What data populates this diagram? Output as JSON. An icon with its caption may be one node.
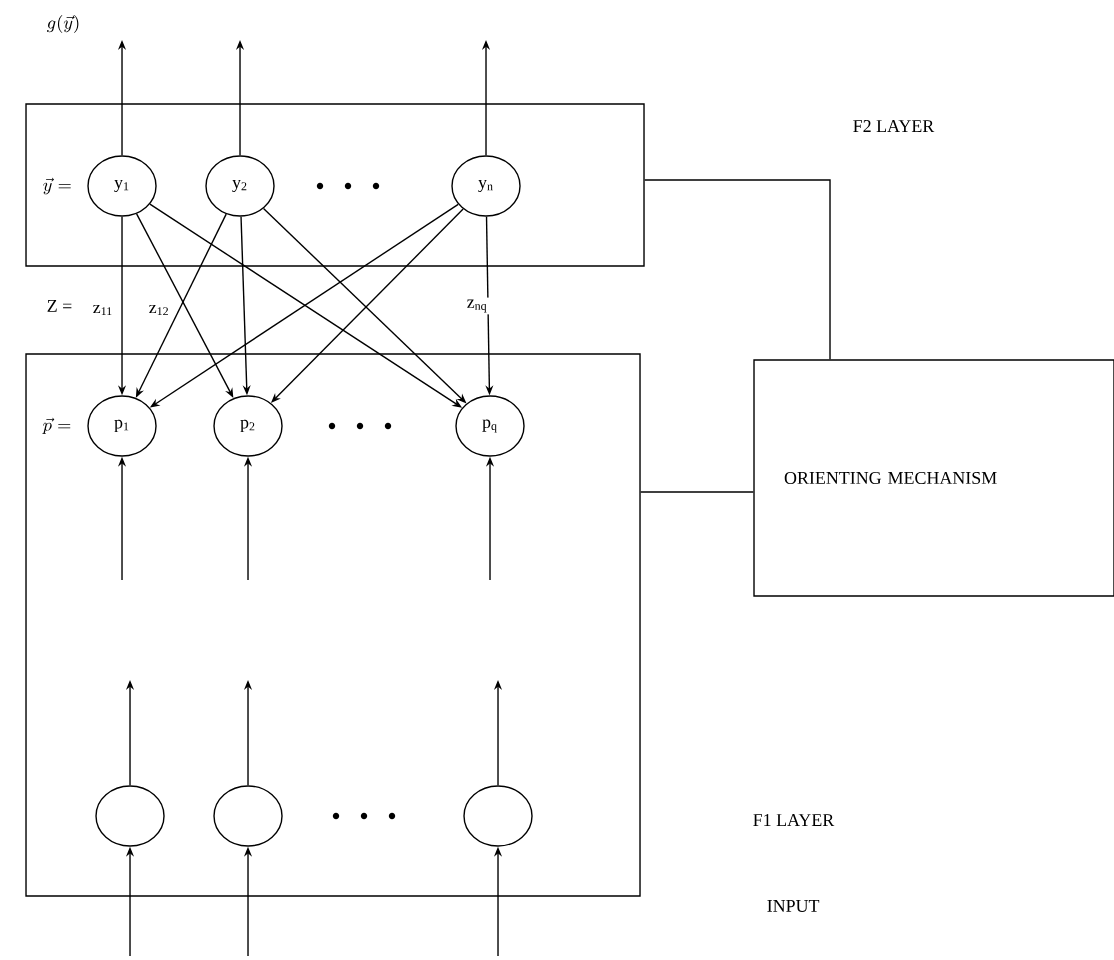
{
  "diagram": {
    "nodes": [
      {
        "text": [],
        "shape": "box"
      },
      {
        "text": [
          "y$_{1}$"
        ],
        "in": 0
      },
      {
        "text": [
          "y$_{2}$"
        ],
        "in": 0
      },
      {
        "text": [
          "y$_{n}$"
        ],
        "in": 0
      },
      {
        "text": [],
        "shape": "box"
      },
      {
        "text": [
          "p$_{1}$"
        ],
        "in": 4
      },
      {
        "text": [
          "p$_{2}$"
        ],
        "in": 4
      },
      {
        "text": [
          "p$_{q}$"
        ],
        "in": 4
      },
      {
        "text": [],
        "shape": "circle",
        "in": 4
      },
      {
        "text": [],
        "shape": "circle",
        "in": 4
      },
      {
        "text": [],
        "shape": "circle",
        "in": 4
      },
      {
        "text": [
          "ORIENTING MECHANISM"
        ]
      }
    ],
    "edges": [
      {
        "from": 1,
        "to": 5,
        "arrow": "to"
      },
      {
        "from": 1,
        "to": 6,
        "arrow": "to"
      },
      {
        "from": 1,
        "to": 7,
        "arrow": "to"
      },
      {
        "from": 2,
        "to": 5,
        "arrow": "to"
      },
      {
        "from": 2,
        "to": 6,
        "arrow": "to"
      },
      {
        "from": 2,
        "to": 7,
        "arrow": "to"
      },
      {
        "from": 3,
        "to": 5,
        "arrow": "to"
      },
      {
        "from": 3,
        "to": 6,
        "arrow": "to"
      },
      {
        "from": 3,
        "to": 7,
        "arrow": "to"
      },
      {
        "from": 1,
        "to": null,
        "arrow": "to"
      },
      {
        "from": 2,
        "to": null,
        "arrow": "to"
      },
      {
        "from": 3,
        "to": null,
        "arrow": "to"
      },
      {
        "from": null,
        "to": 5,
        "arrow": "to"
      },
      {
        "from": null,
        "to": 6,
        "arrow": "to"
      },
      {
        "from": null,
        "to": 7,
        "arrow": "to"
      },
      {
        "from": 8,
        "to": null,
        "arrow": "to"
      },
      {
        "from": 9,
        "to": null,
        "arrow": "to"
      },
      {
        "from": 10,
        "to": null,
        "arrow": "to"
      },
      {
        "from": null,
        "to": 8,
        "arrow": "to"
      },
      {
        "from": null,
        "to": 9,
        "arrow": "to"
      },
      {
        "from": null,
        "to": 10,
        "arrow": "to"
      },
      {
        "from": 0,
        "to": 11,
        "arrow": "none"
      },
      {
        "from": 4,
        "to": 11,
        "arrow": "none"
      }
    ],
    "labels": [
      "g(\\vec{y})",
      "F2 LAYER",
      "\\vec{y} =",
      "Z =",
      "z$_{11}$",
      "z$_{12}$",
      "z$_{nq}$",
      "\\vec{p} =",
      "F1 LAYER",
      "INPUT"
    ]
  }
}
